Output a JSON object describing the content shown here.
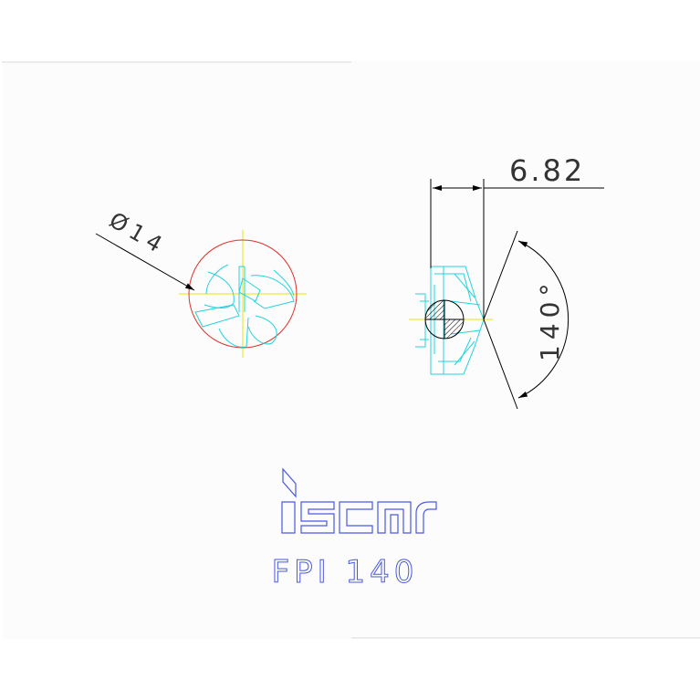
{
  "dimensions": {
    "diameter_label": "Ø14",
    "width_label": "6.82",
    "angle_label": "140°"
  },
  "brand": {
    "logo_text": "iscar",
    "product_code": "FPI 140"
  },
  "colors": {
    "paper": "#fbfcfb",
    "dimension_lines": "#000000",
    "tool_outline": "#22d3e0",
    "circle_outline": "#e0302a",
    "center_lines": "#e6e60a",
    "brand_blue": "#4a58e0",
    "text": "#333333"
  }
}
